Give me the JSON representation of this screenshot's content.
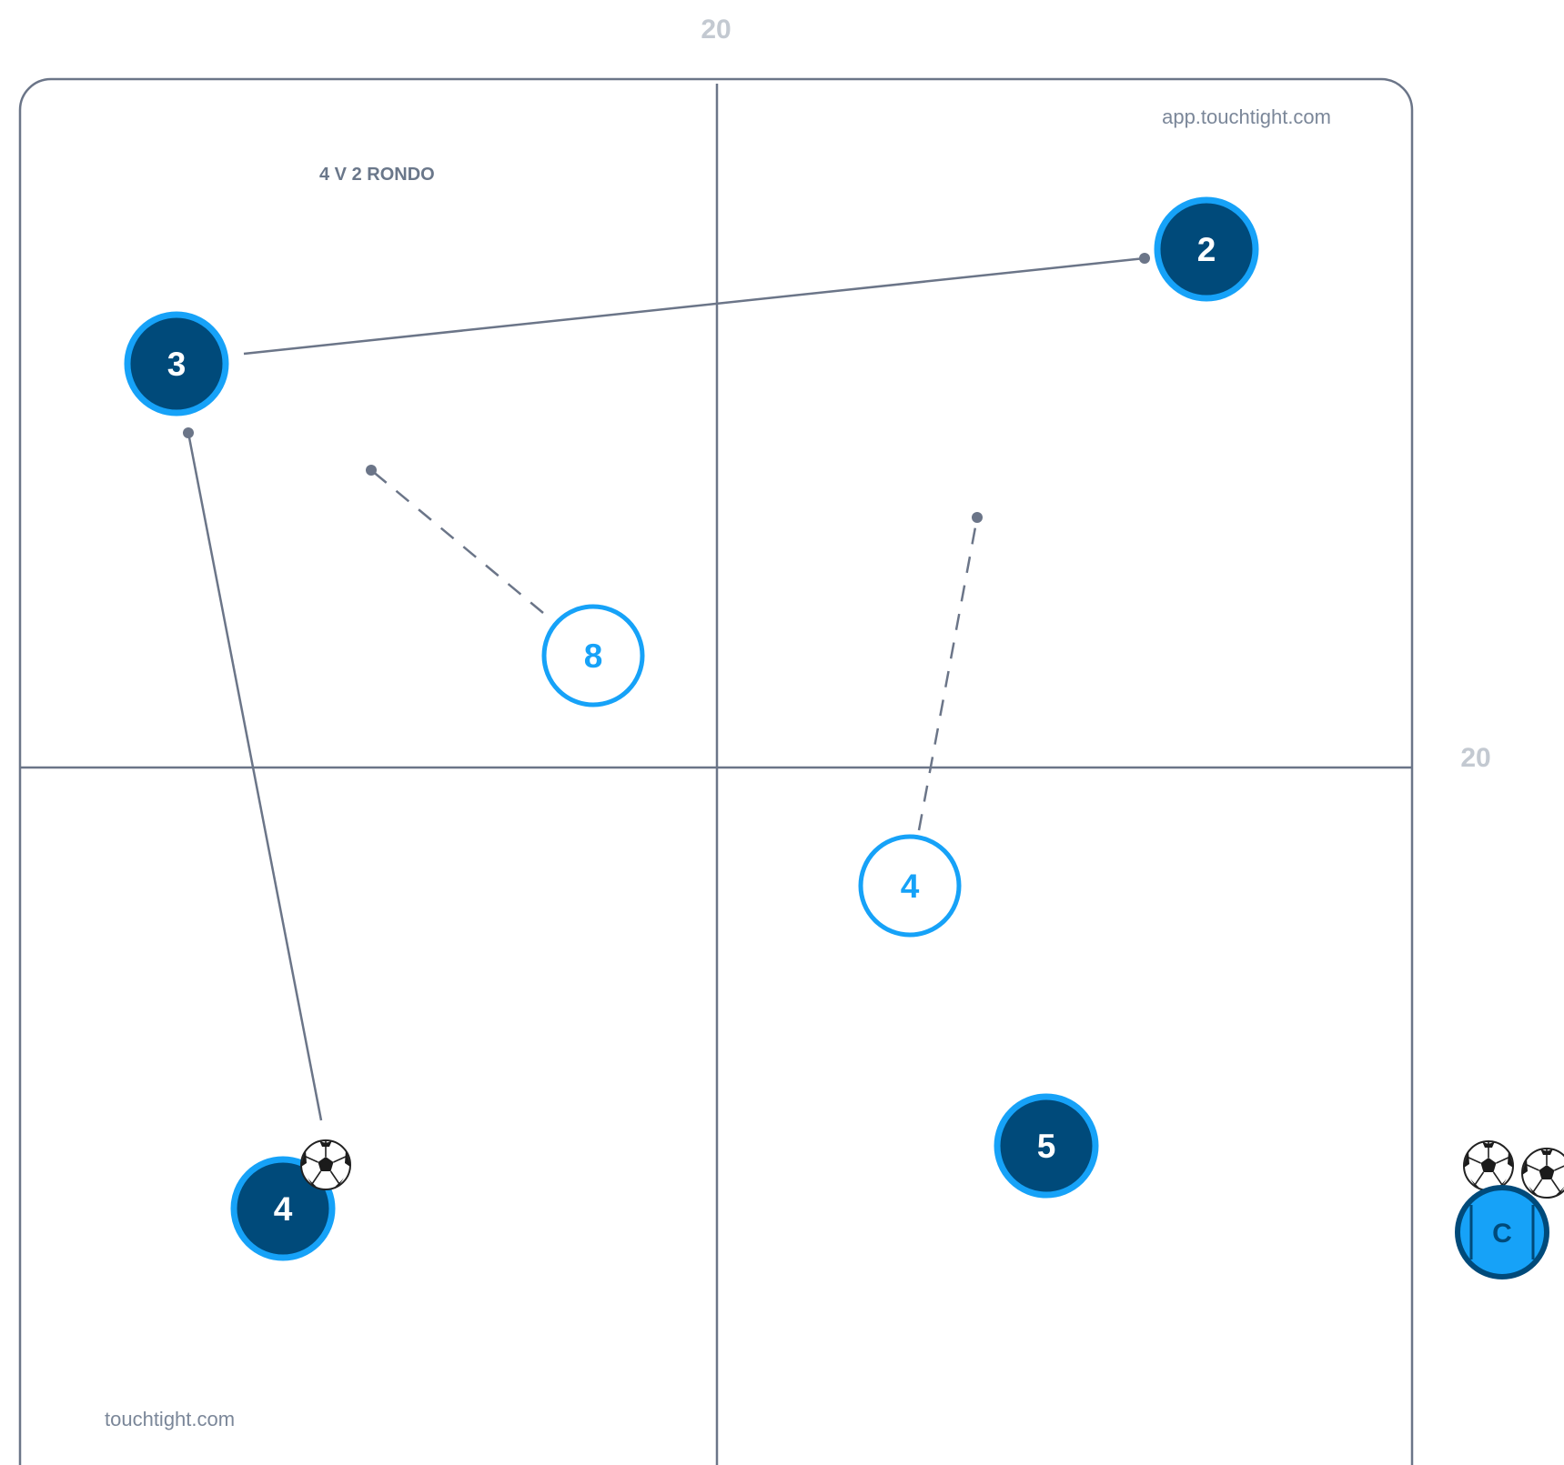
{
  "board": {
    "top_dimension": "20",
    "side_dimension": "20",
    "title": "4 V 2 RONDO",
    "watermark_top": "app.touchtight.com",
    "watermark_bottom": "touchtight.com"
  },
  "players": {
    "attacker_2": "2",
    "attacker_3": "3",
    "attacker_4": "4",
    "attacker_5": "5",
    "defender_8": "8",
    "defender_4": "4",
    "coach": "C"
  },
  "colors": {
    "attacker_fill": "#004a7a",
    "attacker_ring": "#16a2f8",
    "defender_ring": "#16a2f8",
    "defender_text": "#16a2f8",
    "coach_fill": "#16a2f8",
    "coach_ring": "#004a7a",
    "lines": "#6b7588"
  },
  "icons": {
    "pass": "solid-line-arrow",
    "run": "dashed-line-arrow",
    "ball": "soccer-ball-icon"
  }
}
